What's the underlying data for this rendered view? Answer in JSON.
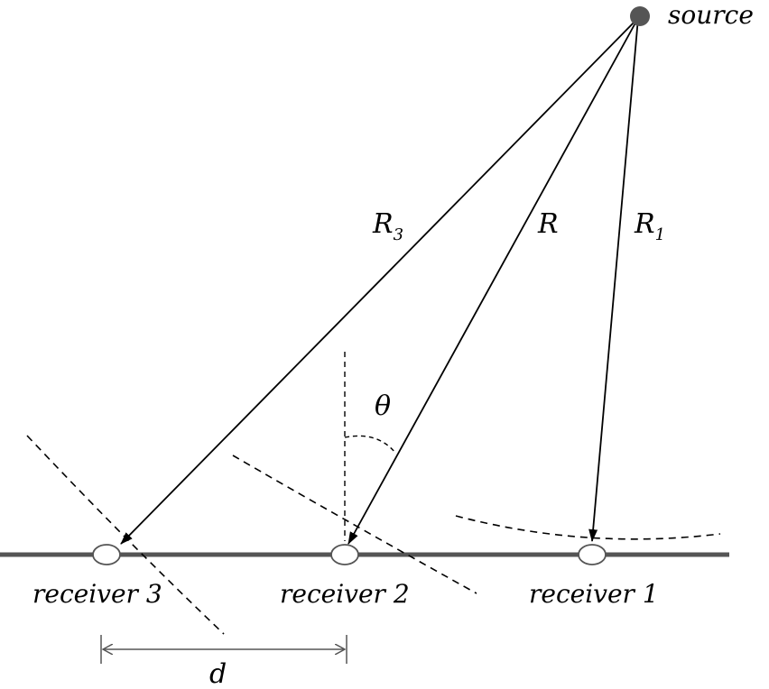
{
  "labels": {
    "source": "source",
    "r3": "R",
    "r3_sub": "3",
    "r": "R",
    "r1": "R",
    "r1_sub": "1",
    "theta": "θ",
    "receiver3": "receiver 3",
    "receiver2": "receiver 2",
    "receiver1": "receiver 1",
    "d": "d"
  },
  "colors": {
    "baseline": "#555555",
    "source_dot": "#555555",
    "lines": "#000000",
    "dashed": "#000000",
    "receiver_fill": "#ffffff",
    "dimension": "#555555"
  }
}
